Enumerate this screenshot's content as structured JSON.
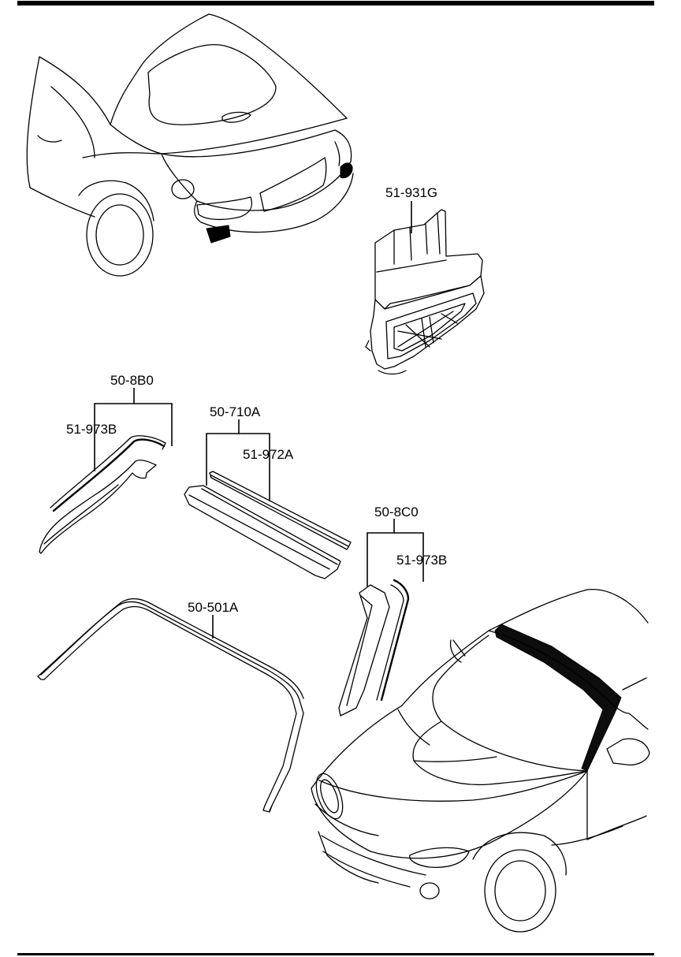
{
  "diagram": {
    "labels": {
      "p_51_931G": "51-931G",
      "p_50_8B0": "50-8B0",
      "p_51_973B_left": "51-973B",
      "p_50_710A": "50-710A",
      "p_51_972A": "51-972A",
      "p_50_8C0": "50-8C0",
      "p_51_973B_right": "51-973B",
      "p_50_501A": "50-501A"
    }
  }
}
